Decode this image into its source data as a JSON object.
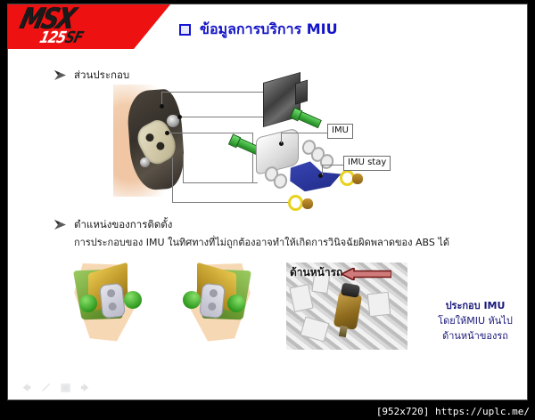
{
  "header": {
    "logo_main": "MSX",
    "logo_sub_1": "125",
    "logo_sub_2": "SF",
    "title": "ข้อมูลการบริการ MIU",
    "bullet_icon": "square-bullet-icon",
    "brand_red": "#ee1111",
    "title_blue": "#1414c8"
  },
  "sections": [
    {
      "bullet_icon": "arrow-bullet-icon",
      "heading": "ส่วนประกอบ"
    },
    {
      "bullet_icon": "arrow-bullet-icon",
      "heading": "ตำแหน่งของการติดตั้ง",
      "description": "การประกอบของ IMU ในทิศทางที่ไม่ถูกต้องอาจทำให้เกิดการวินิจฉัยผิดพลาดของ ABS ได้"
    }
  ],
  "figure_exploded": {
    "labels": [
      {
        "text": "IMU"
      },
      {
        "text": "IMU stay"
      }
    ]
  },
  "figure_photo": {
    "front_label": "ด้านหน้ารถ",
    "arrow_icon": "left-arrow-icon",
    "arrow_color": "#8b1a1a",
    "note_line_1": "ประกอบ IMU",
    "note_line_2": "โดยให้MIU หันไป",
    "note_line_3": "ด้านหน้าของรถ",
    "note_color": "#18187a"
  },
  "presentation_toolbar": {
    "items": [
      {
        "icon": "back-arrow-icon"
      },
      {
        "icon": "pen-icon"
      },
      {
        "icon": "menu-icon"
      },
      {
        "icon": "next-arrow-icon"
      }
    ]
  },
  "footer": {
    "watermark": "[952x720] https://uplc.me/"
  }
}
